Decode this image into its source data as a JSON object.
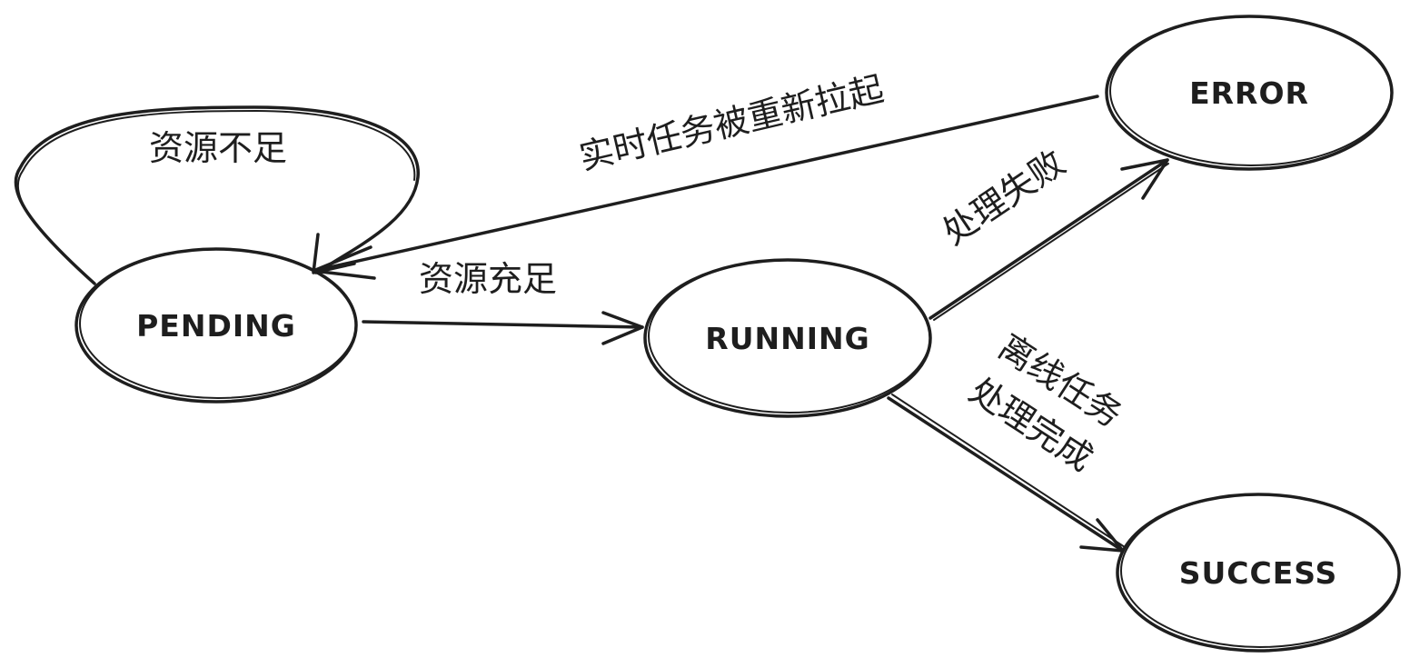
{
  "nodes": {
    "pending": "PENDING",
    "running": "RUNNING",
    "error": "ERROR",
    "success": "SUCCESS"
  },
  "edges": {
    "pending_self": "资源不足",
    "pending_to_running": "资源充足",
    "running_to_error": "处理失败",
    "error_to_pending": "实时任务被重新拉起",
    "running_to_success_line1": "离线任务",
    "running_to_success_line2": "处理完成"
  },
  "colors": {
    "stroke": "#1e1e1e",
    "background": "#ffffff"
  }
}
